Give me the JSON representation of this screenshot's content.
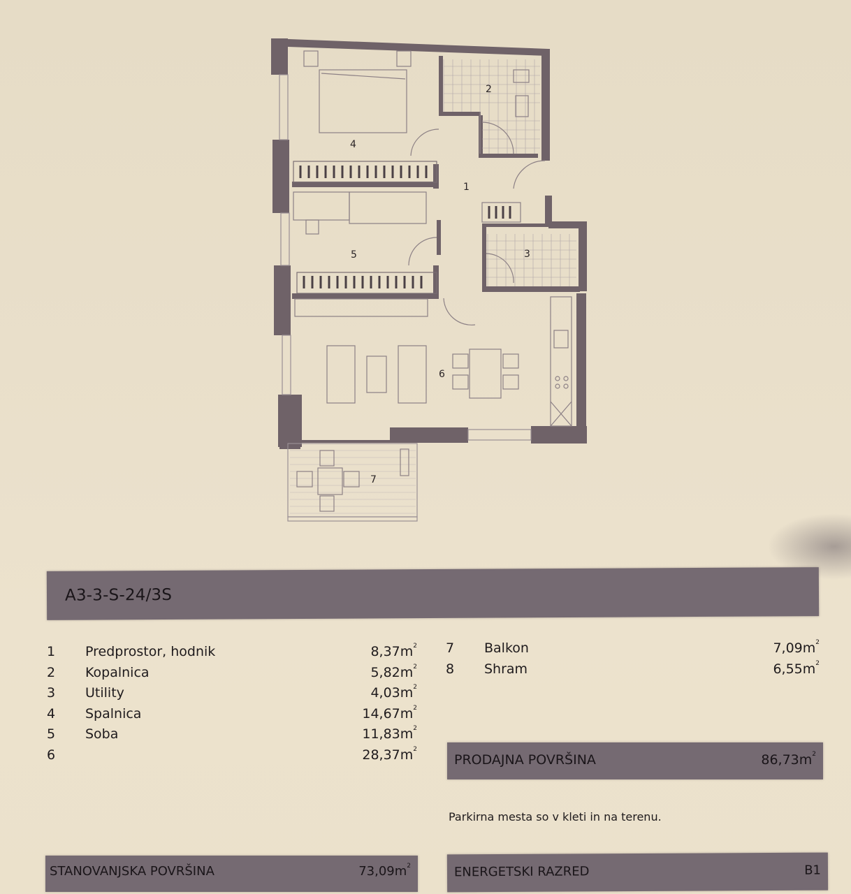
{
  "floorplan": {
    "room_labels": [
      "1",
      "2",
      "3",
      "4",
      "5",
      "6",
      "7"
    ],
    "colors": {
      "wall": "#6f6268",
      "line": "#8c8085",
      "paper": "#e9dfca"
    }
  },
  "unit": {
    "code": "A3-3-S-24/3S"
  },
  "rooms_left": [
    {
      "num": "1",
      "name": "Predprostor, hodnik",
      "area": "8,37m",
      "unit_sup": "2"
    },
    {
      "num": "2",
      "name": "Kopalnica",
      "area": "5,82m",
      "unit_sup": "2"
    },
    {
      "num": "3",
      "name": "Utility",
      "area": "4,03m",
      "unit_sup": "2"
    },
    {
      "num": "4",
      "name": "Spalnica",
      "area": "14,67m",
      "unit_sup": "2"
    },
    {
      "num": "5",
      "name": "Soba",
      "area": "11,83m",
      "unit_sup": "2"
    },
    {
      "num": "6",
      "name": "",
      "area": "28,37m",
      "unit_sup": "2"
    }
  ],
  "rooms_right": [
    {
      "num": "7",
      "name": "Balkon",
      "area": "7,09m",
      "unit_sup": "2"
    },
    {
      "num": "8",
      "name": "Shram",
      "area": "6,55m",
      "unit_sup": "2"
    }
  ],
  "summary": {
    "prodajna_label": "PRODAJNA POVRŠINA",
    "prodajna_value": "86,73m",
    "parking_note": "Parkirna mesta so v kleti in na terenu.",
    "stanovanjska_label": "STANOVANJSKA POVRŠINA",
    "stanovanjska_value": "73,09m",
    "energetski_label": "ENERGETSKI RAZRED",
    "energetski_value": "B1",
    "unit_sup": "2"
  },
  "colors": {
    "bar": "#756a72",
    "background": "#e9dfca",
    "text": "#1f1b1d"
  }
}
